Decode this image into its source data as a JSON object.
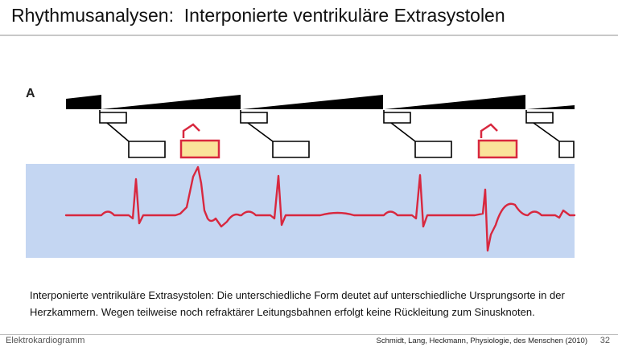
{
  "slide": {
    "title": "Rhythmusanalysen:  Interponierte ventrikuläre Extrasystolen",
    "panel_label": "A",
    "caption": "Interponierte ventrikuläre Extrasystolen: Die unterschiedliche Form deutet auf unterschiedliche Ursprungsorte in der Herzkammern. Wegen teilweise noch refraktärer Leitungsbahnen erfolgt keine Rückleitung zum Sinusknoten.",
    "footer_left": "Elektrokardiogramm",
    "source": "Schmidt, Lang, Heckmann, Physiologie, des Menschen (2010)",
    "page_number": "32"
  },
  "colors": {
    "ecg_trace": "#d8283f",
    "ecg_background": "#c4d6f2",
    "ectopic_box_fill": "#fae39a",
    "ectopic_box_border": "#d8283f",
    "conduction_lines": "#000000"
  },
  "icons": [
    "ectopic-focus-marker-icon"
  ]
}
